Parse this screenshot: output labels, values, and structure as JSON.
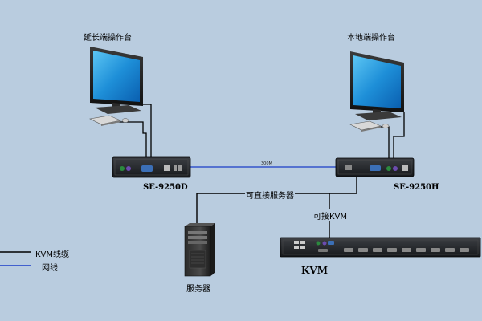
{
  "labels": {
    "remote_console": "延长端操作台",
    "local_console": "本地端操作台",
    "extender_tx": "SE-9250D",
    "extender_rx": "SE-9250H",
    "link_length": "300M",
    "connect_server": "可直接服务器",
    "connect_kvm": "可接KVM",
    "server": "服务器",
    "kvm": "KVM"
  },
  "legend": {
    "items": [
      {
        "label": "KVM线缆",
        "color": "#000000"
      },
      {
        "label": "网线",
        "color": "#1a3cc8"
      }
    ]
  },
  "colors": {
    "background": "#b9ccdf",
    "kvm_cable": "#000000",
    "network_cable": "#1a3cc8",
    "screen": "#1e8fd8"
  }
}
